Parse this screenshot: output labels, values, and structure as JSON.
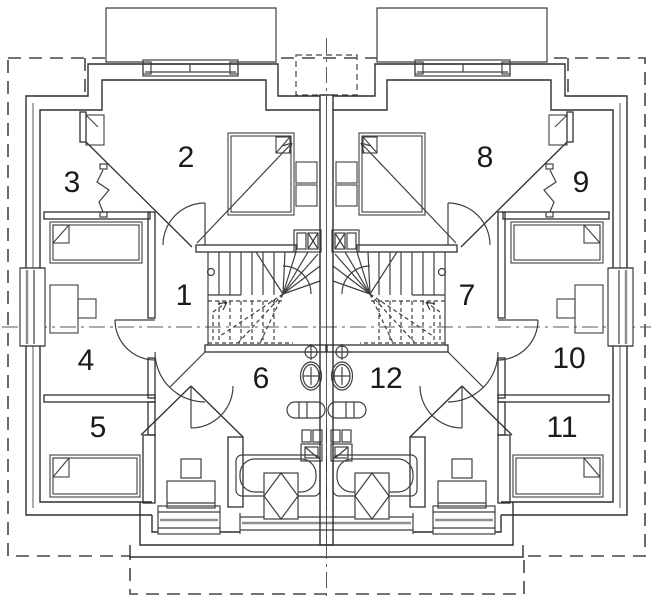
{
  "rooms": [
    {
      "number": "1"
    },
    {
      "number": "2"
    },
    {
      "number": "3"
    },
    {
      "number": "4"
    },
    {
      "number": "5"
    },
    {
      "number": "6"
    },
    {
      "number": "7"
    },
    {
      "number": "8"
    },
    {
      "number": "9"
    },
    {
      "number": "10"
    },
    {
      "number": "11"
    },
    {
      "number": "12"
    }
  ],
  "fixtures": [
    "winder-staircase",
    "chimney-flue",
    "vent-pipe",
    "toilet",
    "radiator",
    "washer-flue-block",
    "bathtub",
    "roof-skylight",
    "washbasin",
    "cabinet",
    "double-bed",
    "single-bed",
    "wardrobe",
    "desk",
    "chair",
    "door-swing-arc",
    "window",
    "dormer",
    "roof-overhang-dashed",
    "centerline"
  ],
  "palette": {
    "background": "#ffffff",
    "line": "#3f3f3f",
    "wall": "#2f2f2f",
    "glass": "#8f8f8f",
    "dash": "#474747",
    "label": "#1a1a1a"
  }
}
